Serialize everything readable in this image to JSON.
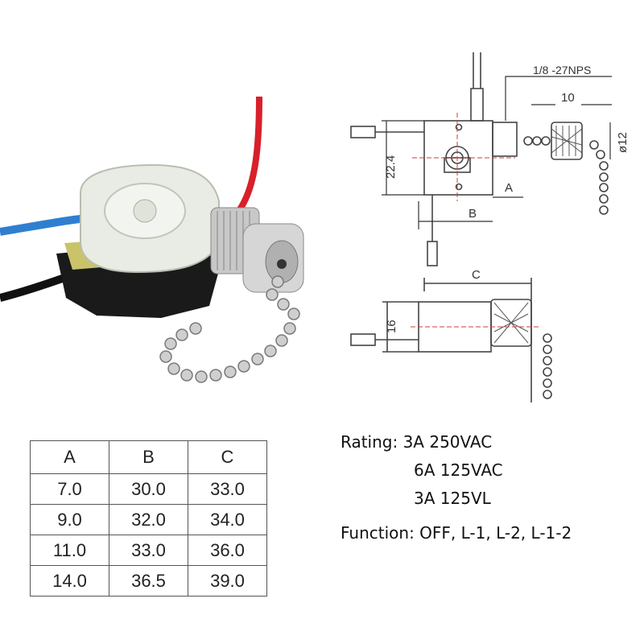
{
  "drawing": {
    "thread_label": "1/8 -27NPS",
    "dim_10": "10",
    "dim_dia12": "ø12",
    "dim_22_4": "22.4",
    "dim_A": "A",
    "dim_B": "B",
    "dim_C": "C",
    "dim_16": "16"
  },
  "table": {
    "headers": [
      "A",
      "B",
      "C"
    ],
    "rows": [
      [
        "7.0",
        "30.0",
        "33.0"
      ],
      [
        "9.0",
        "32.0",
        "34.0"
      ],
      [
        "11.0",
        "33.0",
        "36.0"
      ],
      [
        "14.0",
        "36.5",
        "39.0"
      ]
    ]
  },
  "specs": {
    "rating_line1": "Rating: 3A 250VAC",
    "rating_line2": "6A 125VAC",
    "rating_line3": "3A 125VL",
    "function": "Function: OFF, L-1, L-2, L-1-2"
  }
}
